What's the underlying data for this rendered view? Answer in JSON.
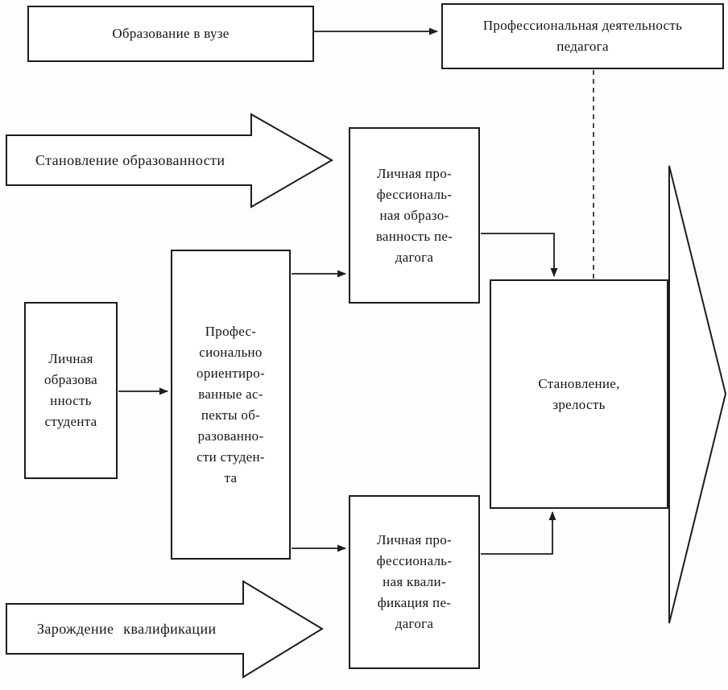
{
  "colors": {
    "ink": "#1c1c1c",
    "paper": "#ffffff"
  },
  "diagram": {
    "boxes": {
      "university_education": {
        "label": "Образование в вузе"
      },
      "professional_activity": {
        "label": "Профессиональная деятельность\nпедагога"
      },
      "personal_professional_education": {
        "label": "Личная про-\nфессиональ-\nная образо-\nванность пе-\nдагога"
      },
      "student_personal_education": {
        "label": "Личная\nобразова\nнность\nстудента"
      },
      "professionally_oriented_aspects": {
        "label": "Профес-\nсионально\nориентиро-\nванные ас-\nпекты об-\nразованно-\nсти студен-\nта"
      },
      "personal_professional_qualification": {
        "label": "Личная про-\nфессиональ-\nная квали-\nфикация пе-\nдагога"
      },
      "formation_maturity": {
        "label": "Становление,\nзрелость"
      }
    },
    "block_arrows": {
      "formation_of_education": {
        "label": "Становление образованности"
      },
      "birth_of_qualification": {
        "label": "Зарождение квалификации"
      }
    }
  }
}
